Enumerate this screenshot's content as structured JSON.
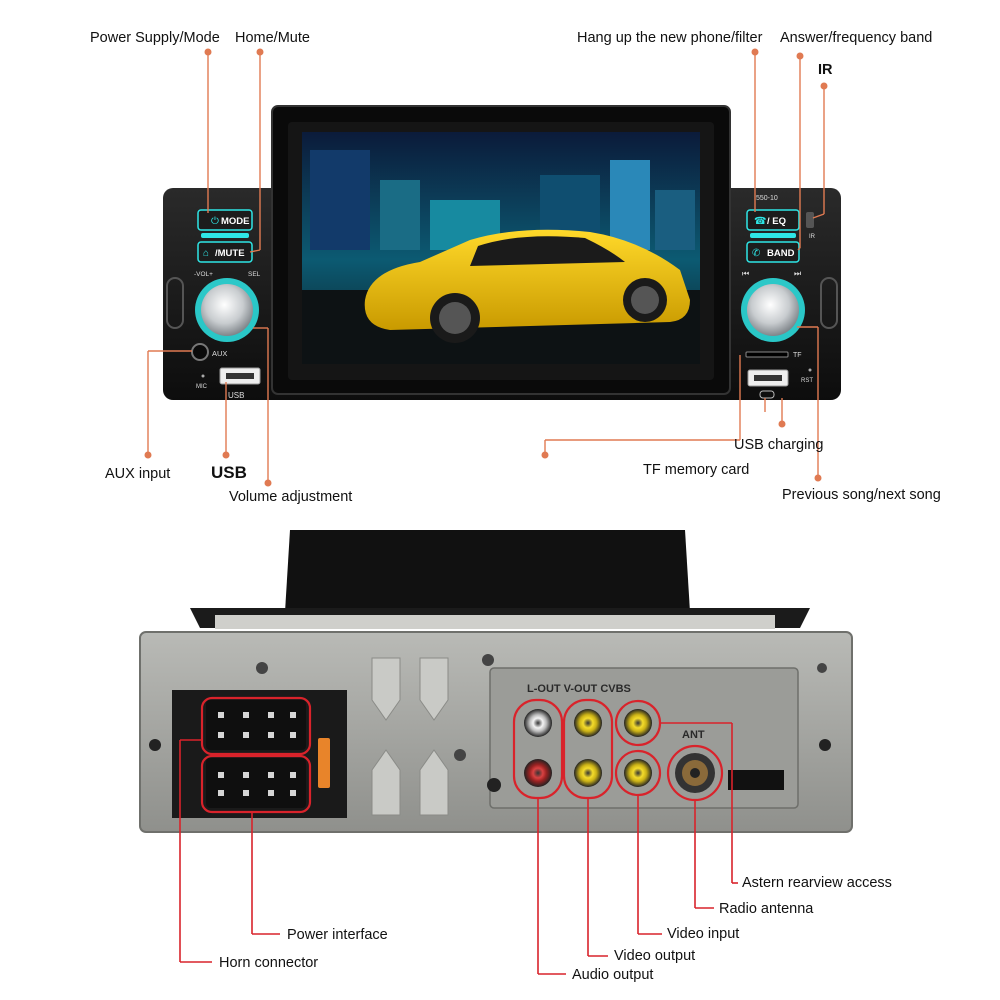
{
  "front": {
    "callouts": {
      "power_mode": "Power Supply/Mode",
      "home_mute": "Home/Mute",
      "hangup": "Hang up the new phone/filter",
      "answer_band": "Answer/frequency band",
      "ir": "IR",
      "aux_input": "AUX input",
      "usb": "USB",
      "volume": "Volume adjustment",
      "usb_charging": "USB charging",
      "tf_card": "TF memory card",
      "prev_next": "Previous song/next song"
    },
    "panel_text": {
      "mode": "MODE",
      "mute": "/MUTE",
      "eq": "/ EQ",
      "band": "BAND",
      "vol": "-VOL+",
      "sel": "SEL",
      "aux": "AUX",
      "mic": "MIC",
      "usb": "USB",
      "model": "550-10",
      "ir": "IR",
      "tf": "TF",
      "rst": "RST"
    }
  },
  "back": {
    "callouts": {
      "astern": "Astern rearview access",
      "radio": "Radio antenna",
      "video_in": "Video input",
      "power_if": "Power interface",
      "video_out": "Video output",
      "horn": "Horn connector",
      "audio_out": "Audio output"
    },
    "panel_text": {
      "top_row": "L-OUT V-OUT CVBS",
      "ant": "ANT"
    }
  },
  "colors": {
    "leader": "#e07a52",
    "highlight": "#d9232b",
    "glow": "#2ee6e6",
    "device": "#161616",
    "metal": "#a9aaa6"
  }
}
